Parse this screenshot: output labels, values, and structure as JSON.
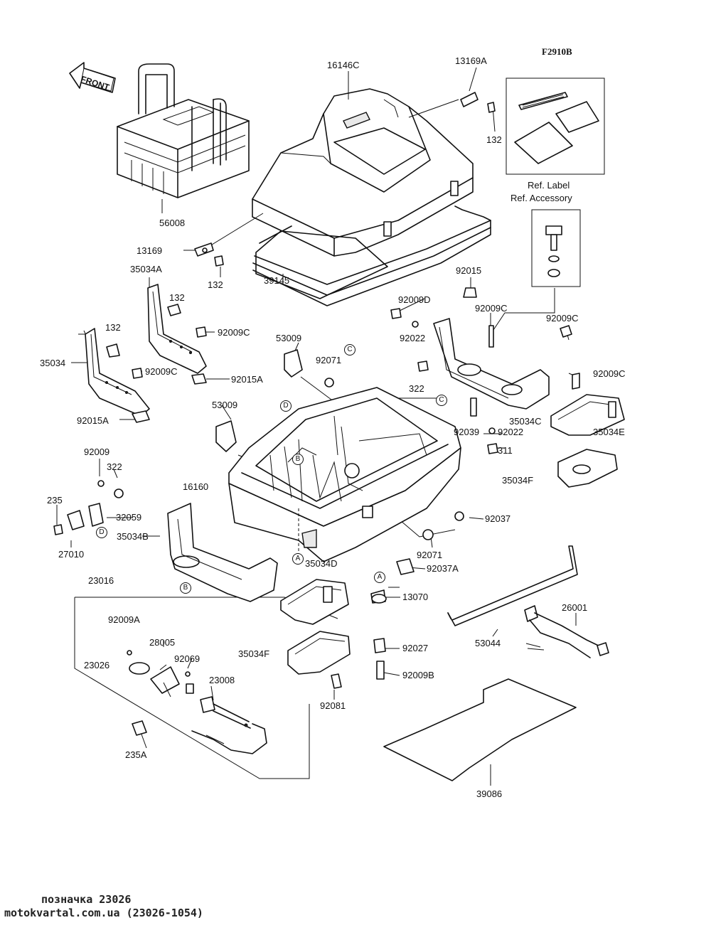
{
  "figure_code": "F2910B",
  "front_label": "FRONT",
  "ref_label": "Ref. Label",
  "ref_accessory": "Ref. Accessory",
  "parts": {
    "p16146C": "16146C",
    "p13169A": "13169A",
    "p132_a": "132",
    "p56008": "56008",
    "p13169": "13169",
    "p132_b": "132",
    "p39145": "39145",
    "p35034A": "35034A",
    "p132_c": "132",
    "p132_d": "132",
    "p92009C_a": "92009C",
    "p35034": "35034",
    "p92009C_b": "92009C",
    "p92015A_a": "92015A",
    "p92015A_b": "92015A",
    "p53009_a": "53009",
    "p92071_a": "92071",
    "p92015": "92015",
    "p92009D": "92009D",
    "p92009C_c": "92009C",
    "p92022_a": "92022",
    "p92009C_d": "92009C",
    "p322_a": "322",
    "p92009C_e": "92009C",
    "p35034C": "35034C",
    "p92039": "92039",
    "p92022_b": "92022",
    "p35034E": "35034E",
    "p311": "311",
    "p53009_b": "53009",
    "p35034F_a": "35034F",
    "p92009": "92009",
    "p322_b": "322",
    "p235": "235",
    "p16160": "16160",
    "p32059": "32059",
    "p27010": "27010",
    "p35034B": "35034B",
    "p92037": "92037",
    "p92071_b": "92071",
    "p92037A": "92037A",
    "p35034D": "35034D",
    "p23016": "23016",
    "p13070": "13070",
    "p92009A": "92009A",
    "p28005": "28005",
    "p23026": "23026",
    "p92069": "92069",
    "p26001": "26001",
    "p23008": "23008",
    "p35034F_b": "35034F",
    "p92027": "92027",
    "p53044": "53044",
    "p92009B": "92009B",
    "p92081": "92081",
    "p235A": "235A",
    "p39086": "39086"
  },
  "callouts": {
    "c_top": "C",
    "c_mid": "C",
    "d_top": "D",
    "d_bot": "D",
    "b_top": "B",
    "b_bot": "B",
    "a_top": "A",
    "a_bot": "A"
  },
  "footer": {
    "line1": "позначка 23026",
    "line2": "motokvartal.com.ua (23026-1054)"
  }
}
